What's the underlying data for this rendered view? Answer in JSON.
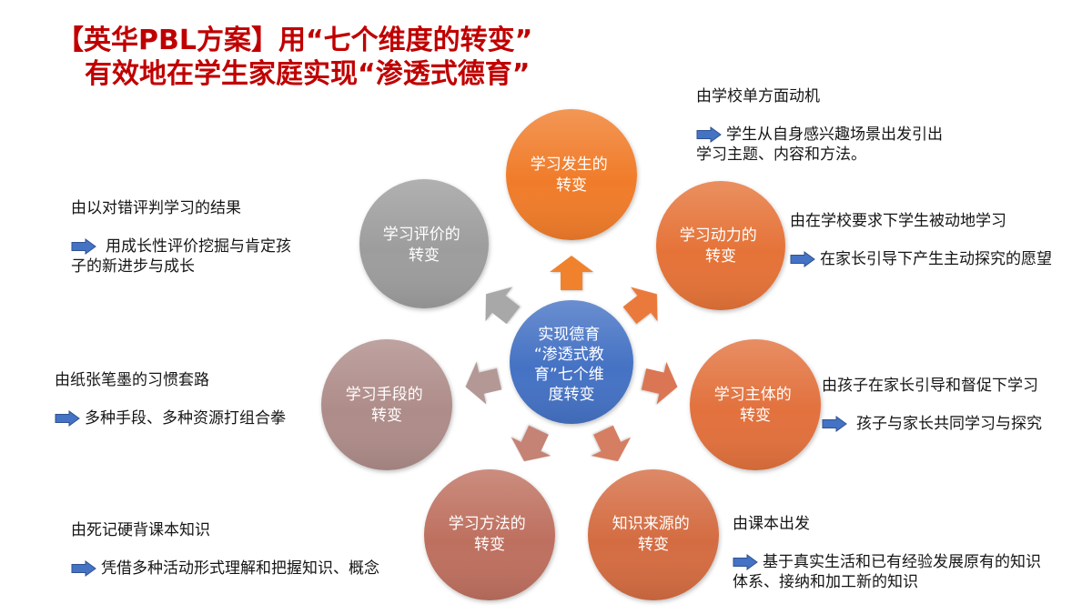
{
  "title": {
    "line1": "【英华PBL方案】用“七个维度的转变”",
    "line2": "有效地在学生家庭实现“渗透式德育”",
    "color": "#C00000"
  },
  "icons": {
    "note_pointer": "arrow-right-icon",
    "flow": "block-arrow-icon"
  },
  "pointer_color": "#4472C4",
  "center": {
    "lines": [
      "实现德育",
      "“渗透式教",
      "育”七个维",
      "度转变"
    ],
    "color": "#4472C4"
  },
  "dimensions": [
    {
      "label": [
        "学习发生的",
        "转变"
      ],
      "color": "#F07C2B",
      "arrow_color": "#F0822E",
      "from": "由学校单方面动机",
      "to": [
        "学生从自身感兴趣场景出发引出",
        "学习主题、内容和方法。"
      ]
    },
    {
      "label": [
        "学习动力的",
        "转变"
      ],
      "color": "#E57338",
      "arrow_color": "#EA7A3B",
      "from": "由在学校要求下学生被动地学习",
      "to": [
        "在家长引导下产生主动探究的愿望"
      ]
    },
    {
      "label": [
        "学习主体的",
        "转变"
      ],
      "color": "#E2713E",
      "arrow_color": "#DA7652",
      "from": "由孩子在家长引导和督促下学习",
      "to": [
        "孩子与家长共同学习与探究"
      ]
    },
    {
      "label": [
        "知识来源的",
        "转变"
      ],
      "color": "#D46C42",
      "arrow_color": "#D57E62",
      "from": "由课本出发",
      "to": [
        "基于真实生活和已有经验发展原有的知识",
        "体系、接纳和加工新的知识"
      ]
    },
    {
      "label": [
        "学习方法的",
        "转变"
      ],
      "color": "#BE6F5F",
      "arrow_color": "#C48374",
      "from": "由死记硬背课本知识",
      "to": [
        "凭借多种活动形式理解和把握知识、概念"
      ]
    },
    {
      "label": [
        "学习手段的",
        "转变"
      ],
      "color": "#AE8C89",
      "arrow_color": "#B39896",
      "from": "由纸张笔墨的习惯套路",
      "to": [
        "多种手段、多种资源打组合拳"
      ]
    },
    {
      "label": [
        "学习评价的",
        "转变"
      ],
      "color": "#9D9D9D",
      "arrow_color": "#A8A8A8",
      "from": "由以对错评判学习的结果",
      "to": [
        "用成长性评价挖掘与肯定孩",
        "子的新进步与成长"
      ]
    }
  ]
}
